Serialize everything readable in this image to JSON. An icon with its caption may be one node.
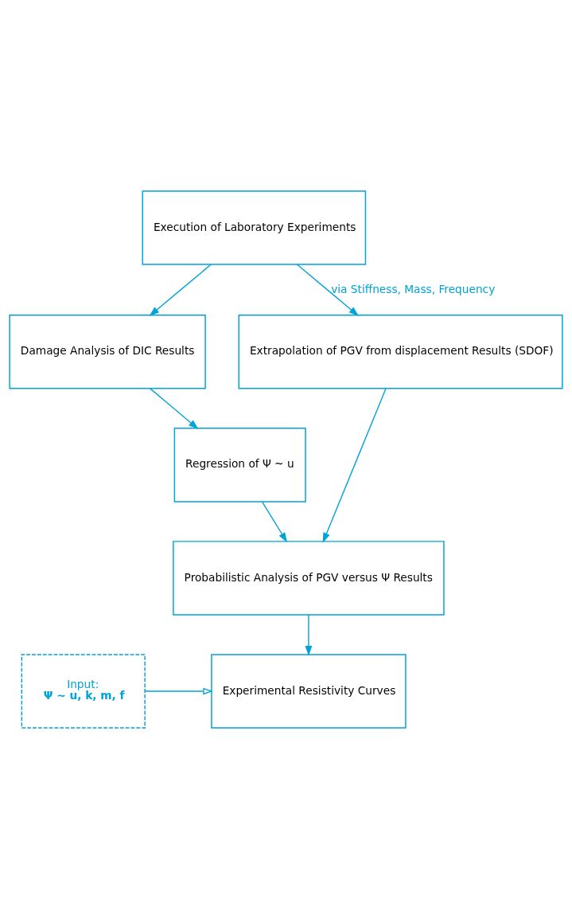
{
  "diagram": {
    "nodes": [
      {
        "text": [
          "Execution of Laboratory Experiments"
        ]
      },
      {
        "text": [
          "Damage Analysis of DIC Results"
        ]
      },
      {
        "text": [
          "Regression of Ψ ~ u"
        ]
      },
      {
        "text": [
          "Extrapolation of PGV from displacement Results (SDOF)"
        ]
      },
      {
        "text": [
          "Probabilistic Analysis of PGV versus Ψ Results"
        ]
      },
      {
        "text": [
          "Input:",
          "Ψ ~ u, k, m, f"
        ]
      },
      {
        "text": [
          "Experimental Resistivity Curves"
        ]
      }
    ],
    "edges": [
      {
        "from": 0,
        "to": 1,
        "arrow": "to"
      },
      {
        "from": 0,
        "to": 3,
        "arrow": "to",
        "label": "via Stiffness, Mass, Frequency"
      },
      {
        "from": 1,
        "to": 2,
        "arrow": "to"
      },
      {
        "from": 2,
        "to": 4,
        "arrow": "to"
      },
      {
        "from": 3,
        "to": 4,
        "arrow": "to"
      },
      {
        "from": 4,
        "to": 6,
        "arrow": "to"
      },
      {
        "from": 5,
        "to": 6,
        "arrow": "to"
      }
    ]
  }
}
